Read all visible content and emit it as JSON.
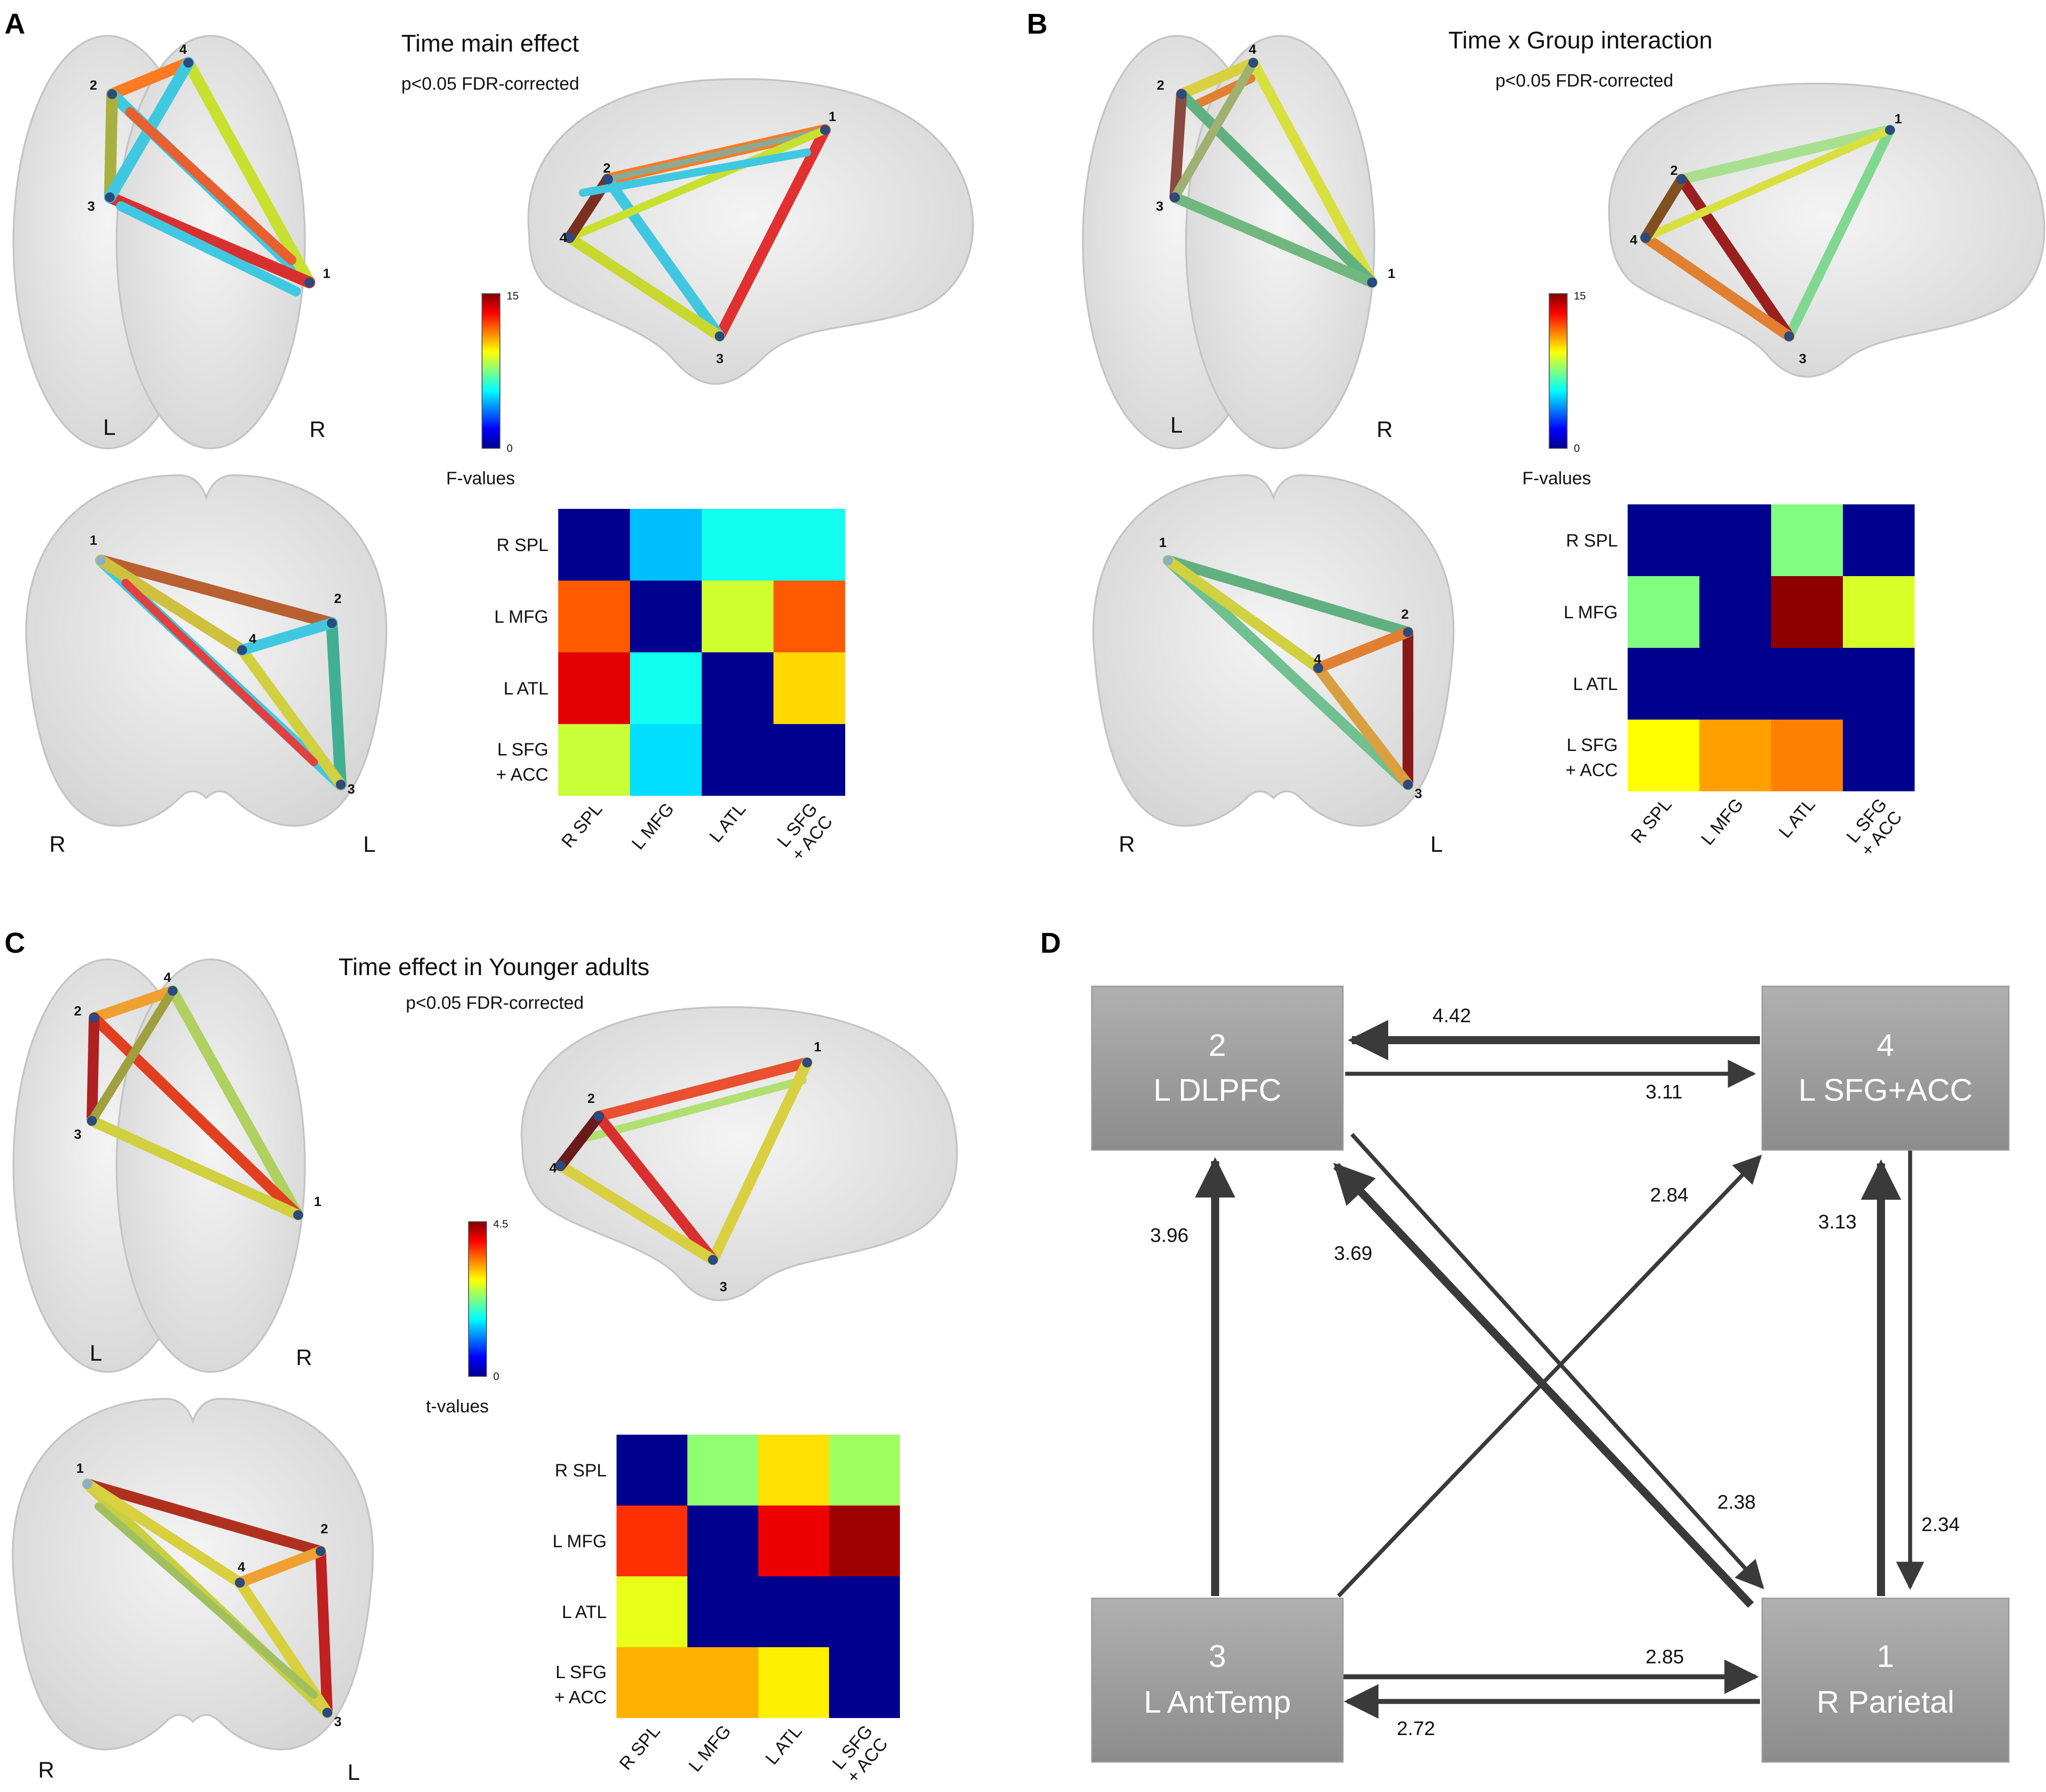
{
  "panels": {
    "A": {
      "letter": "A",
      "title": "Time main effect",
      "subtitle": "p<0.05 FDR-corrected",
      "colorbar": {
        "min": "0",
        "max": "15",
        "label": "F-values"
      },
      "axial_sides": [
        "L",
        "R"
      ],
      "coronal_sides": [
        "R",
        "L"
      ],
      "matrix": {
        "rows": [
          "R SPL",
          "L MFG",
          "L ATL",
          "L SFG\n+ ACC"
        ],
        "cols": [
          "R SPL",
          "L MFG",
          "L ATL",
          "L SFG\n+ ACC"
        ],
        "colors": [
          [
            "#00008f",
            "#00bfff",
            "#10ffef",
            "#10ffef"
          ],
          [
            "#ff5a00",
            "#00008f",
            "#d0ff30",
            "#ff5a00"
          ],
          [
            "#e30000",
            "#10ffef",
            "#00008f",
            "#ffd800"
          ],
          [
            "#c8ff38",
            "#00dfff",
            "#00008f",
            "#00008f"
          ]
        ]
      }
    },
    "B": {
      "letter": "B",
      "title": "Time x Group interaction",
      "subtitle": "p<0.05 FDR-corrected",
      "colorbar": {
        "min": "0",
        "max": "15",
        "label": "F-values"
      },
      "axial_sides": [
        "L",
        "R"
      ],
      "coronal_sides": [
        "R",
        "L"
      ],
      "matrix": {
        "rows": [
          "R SPL",
          "L MFG",
          "L ATL",
          "L SFG\n+ ACC"
        ],
        "cols": [
          "R SPL",
          "L MFG",
          "L ATL",
          "L SFG\n+ ACC"
        ],
        "colors": [
          [
            "#00008f",
            "#00008f",
            "#80ff80",
            "#00008f"
          ],
          [
            "#80ff80",
            "#00008f",
            "#8f0000",
            "#d8ff28"
          ],
          [
            "#00008f",
            "#00008f",
            "#00008f",
            "#00008f"
          ],
          [
            "#ffff00",
            "#ffa000",
            "#ff8000",
            "#00008f"
          ]
        ]
      }
    },
    "C": {
      "letter": "C",
      "title": "Time effect in Younger adults",
      "subtitle": "p<0.05 FDR-corrected",
      "colorbar": {
        "min": "0",
        "max": "4.5",
        "label": "t-values"
      },
      "axial_sides": [
        "L",
        "R"
      ],
      "coronal_sides": [
        "R",
        "L"
      ],
      "matrix": {
        "rows": [
          "R SPL",
          "L MFG",
          "L ATL",
          "L SFG\n+ ACC"
        ],
        "cols": [
          "R SPL",
          "L MFG",
          "L ATL",
          "L SFG\n+ ACC"
        ],
        "colors": [
          [
            "#00008f",
            "#90ff70",
            "#ffe000",
            "#a0ff60"
          ],
          [
            "#ff3000",
            "#00008f",
            "#ef0000",
            "#9f0000"
          ],
          [
            "#e8ff18",
            "#00008f",
            "#00008f",
            "#00008f"
          ],
          [
            "#ffb000",
            "#ffb000",
            "#ffef00",
            "#00008f"
          ]
        ]
      }
    },
    "D": {
      "letter": "D",
      "nodes": [
        {
          "num": "2",
          "name": "L DLPFC"
        },
        {
          "num": "4",
          "name": "L SFG+ACC"
        },
        {
          "num": "3",
          "name": "L AntTemp"
        },
        {
          "num": "1",
          "name": "R Parietal"
        }
      ],
      "edges": [
        {
          "from": "4",
          "to": "2",
          "value": "4.42"
        },
        {
          "from": "2",
          "to": "4",
          "value": "3.11"
        },
        {
          "from": "3",
          "to": "2",
          "value": "3.96"
        },
        {
          "from": "1",
          "to": "2",
          "value": "3.69"
        },
        {
          "from": "3",
          "to": "4",
          "value": "2.84"
        },
        {
          "from": "1",
          "to": "4",
          "value": "3.13"
        },
        {
          "from": "2",
          "to": "1",
          "value": "2.38"
        },
        {
          "from": "4",
          "to": "1",
          "value": "2.34"
        },
        {
          "from": "3",
          "to": "1",
          "value": "2.85"
        },
        {
          "from": "1",
          "to": "3",
          "value": "2.72"
        }
      ]
    }
  }
}
